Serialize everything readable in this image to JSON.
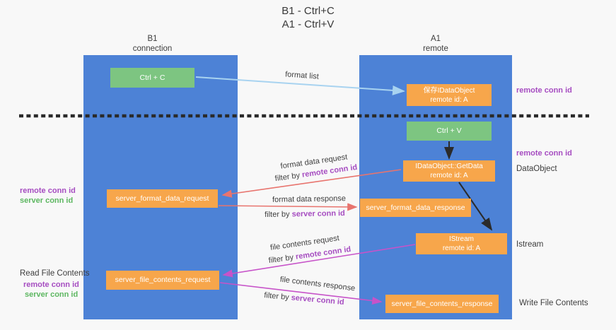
{
  "title": {
    "line1": "B1 - Ctrl+C",
    "line2": "A1 - Ctrl+V"
  },
  "lanes": {
    "left": {
      "label_line1": "B1",
      "label_line2": "connection"
    },
    "right": {
      "label_line1": "A1",
      "label_line2": "remote"
    }
  },
  "nodes": {
    "ctrl_c": {
      "label": "Ctrl + C"
    },
    "ctrl_v": {
      "label": "Ctrl + V"
    },
    "save_dataobject": {
      "line1": "保存IDataObject",
      "line2": "remote id: A"
    },
    "getdata": {
      "line1": "IDataObject::GetData",
      "line2": "remote id: A"
    },
    "istream": {
      "line1": "IStream",
      "line2": "remote id: A"
    },
    "server_format_data_request": {
      "label": "server_format_data_request"
    },
    "server_format_data_response": {
      "label": "server_format_data_response"
    },
    "server_file_contents_request": {
      "label": "server_file_contents_request"
    },
    "server_file_contents_response": {
      "label": "server_file_contents_response"
    }
  },
  "edge_labels": {
    "format_list": "format list",
    "format_data_request": "format data request",
    "format_data_request_filter": {
      "prefix": "filter by ",
      "key": "remote conn id"
    },
    "format_data_response": "format data response",
    "format_data_response_filter": {
      "prefix": "filter by ",
      "key": "server conn id"
    },
    "file_contents_request": "file contents request",
    "file_contents_request_filter": {
      "prefix": "filter by ",
      "key": "remote conn id"
    },
    "file_contents_response": "file contents response",
    "file_contents_response_filter": {
      "prefix": "filter by ",
      "key": "server conn id"
    }
  },
  "side_labels": {
    "right_remote_conn_id_top": "remote conn id",
    "right_remote_conn_id_mid": "remote conn id",
    "right_dataobject": "DataObject",
    "right_istream": "Istream",
    "right_write_file_contents": "Write File Contents",
    "left_remote_conn_id_top": "remote conn id",
    "left_server_conn_id_top": "server conn id",
    "left_read_file_contents": "Read File Contents",
    "left_remote_conn_id_bottom": "remote conn id",
    "left_server_conn_id_bottom": "server conn id"
  },
  "colors": {
    "background": "#f8f8f8",
    "lane_blue": "#4d82d6",
    "node_orange": "#f7a64b",
    "node_green": "#7dc581",
    "purple_text": "#a64dc1",
    "green_text": "#5db761",
    "arrow_blue": "#a8d3f0",
    "arrow_salmon": "#e8746e",
    "arrow_magenta": "#c753c9",
    "arrow_black": "#2b2b2b"
  }
}
